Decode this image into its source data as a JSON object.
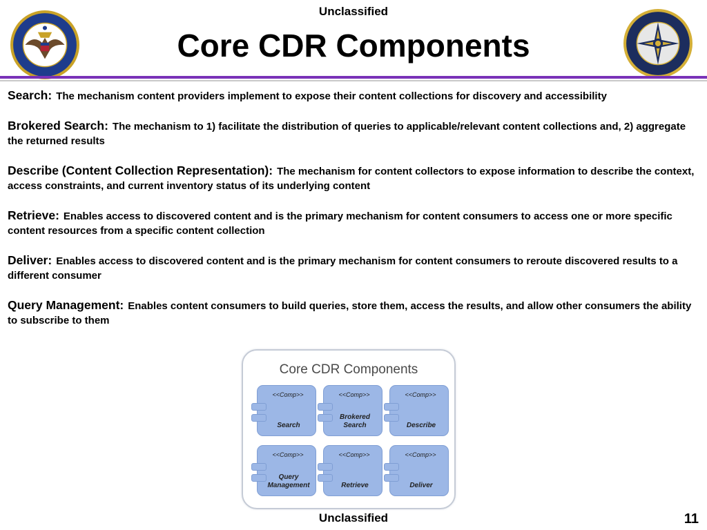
{
  "header": {
    "classification_top": "Unclassified",
    "title": "Core CDR Components"
  },
  "logos": {
    "left": "department-of-defense-seal",
    "right": "circular-agency-seal"
  },
  "colors": {
    "rule": "#7a32b8",
    "component_fill": "#9cb7e6"
  },
  "definitions": [
    {
      "term": "Search:",
      "description": "The mechanism content providers implement to expose their content collections for discovery and accessibility"
    },
    {
      "term": "Brokered Search:",
      "description": "The mechanism to 1) facilitate the distribution of queries to applicable/relevant content collections and, 2) aggregate the returned results"
    },
    {
      "term": "Describe (Content Collection Representation):",
      "description": "The mechanism for content collectors to expose information to describe the context, access constraints, and current inventory status of its underlying content"
    },
    {
      "term": "Retrieve:",
      "description": "Enables access to discovered content and is the primary mechanism for content consumers to access one or more specific content resources from a specific content collection"
    },
    {
      "term": "Deliver:",
      "description": "Enables access to discovered content and is the primary mechanism for content consumers to reroute discovered results to a different consumer"
    },
    {
      "term": "Query Management:",
      "description": "Enables content consumers to build queries, store them, access the results, and allow other consumers the ability to subscribe to them"
    }
  ],
  "diagram": {
    "title": "Core CDR Components",
    "components": [
      {
        "stereotype": "<<Comp>>",
        "name": "Search"
      },
      {
        "stereotype": "<<Comp>>",
        "name": "Brokered Search"
      },
      {
        "stereotype": "<<Comp>>",
        "name": "Describe"
      },
      {
        "stereotype": "<<Comp>>",
        "name": "Query Management"
      },
      {
        "stereotype": "<<Comp>>",
        "name": "Retrieve"
      },
      {
        "stereotype": "<<Comp>>",
        "name": "Deliver"
      }
    ]
  },
  "footer": {
    "classification_bottom": "Unclassified",
    "page_number": "11"
  }
}
